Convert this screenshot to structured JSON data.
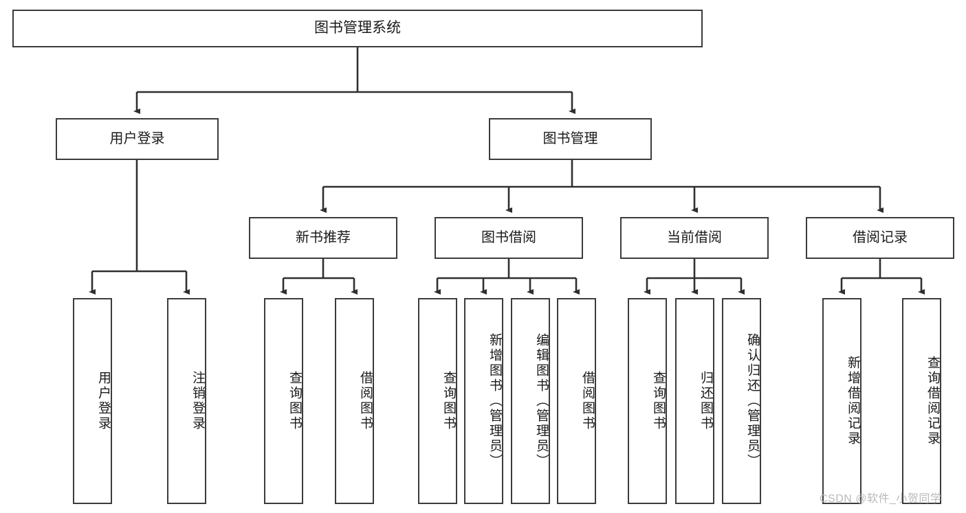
{
  "diagram": {
    "title_text": "图书管理系统",
    "type": "hierarchy-tree",
    "root": {
      "label": "图书管理系统"
    },
    "level2": [
      {
        "label": "用户登录"
      },
      {
        "label": "图书管理"
      }
    ],
    "level3": [
      {
        "label": "新书推荐"
      },
      {
        "label": "图书借阅"
      },
      {
        "label": "当前借阅"
      },
      {
        "label": "借阅记录"
      }
    ],
    "leaves": {
      "user_login": [
        {
          "label": "用户登录"
        },
        {
          "label": "注销登录"
        }
      ],
      "new_book_recommend": [
        {
          "label": "查询图书"
        },
        {
          "label": "借阅图书"
        }
      ],
      "book_borrow": [
        {
          "label": "查询图书"
        },
        {
          "label": "新增图书（管理员）"
        },
        {
          "label": "编辑图书（管理员）"
        },
        {
          "label": "借阅图书"
        }
      ],
      "current_borrow": [
        {
          "label": "查询图书"
        },
        {
          "label": "归还图书"
        },
        {
          "label": "确认归还（管理员）"
        }
      ],
      "borrow_record": [
        {
          "label": "新增借阅记录"
        },
        {
          "label": "查询借阅记录"
        }
      ]
    }
  },
  "watermark": {
    "text": "CSDN @软件_小贺同学"
  },
  "colors": {
    "box_border": "#3b3b3b",
    "line": "#2f2f2f",
    "background": "#ffffff",
    "text": "#1a1a1a",
    "watermark": "#b9b9b9"
  }
}
